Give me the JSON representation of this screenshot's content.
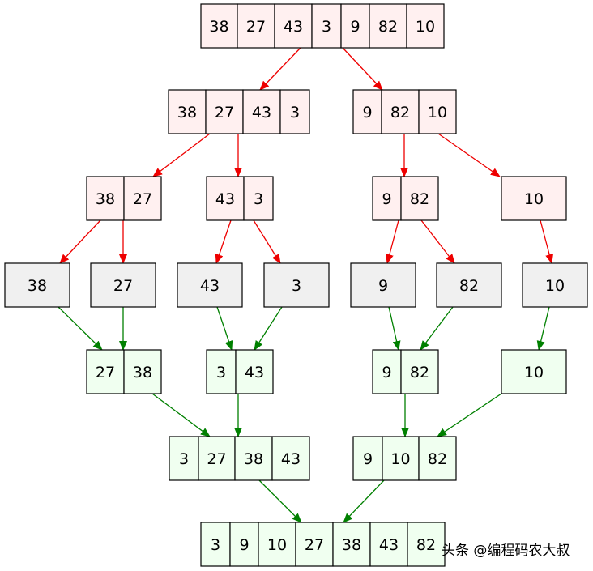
{
  "colors": {
    "split_fill": "#fff0f0",
    "leaf_fill": "#f0f0f0",
    "merge_fill": "#f0fff0",
    "split_edge": "#ee0000",
    "merge_edge": "#008000"
  },
  "nodes": {
    "s0": {
      "kind": "split",
      "values": [
        "38",
        "27",
        "43",
        "3",
        "9",
        "82",
        "10"
      ]
    },
    "s1a": {
      "kind": "split",
      "values": [
        "38",
        "27",
        "43",
        "3"
      ]
    },
    "s1b": {
      "kind": "split",
      "values": [
        "9",
        "82",
        "10"
      ]
    },
    "s2a": {
      "kind": "split",
      "values": [
        "38",
        "27"
      ]
    },
    "s2b": {
      "kind": "split",
      "values": [
        "43",
        "3"
      ]
    },
    "s2c": {
      "kind": "split",
      "values": [
        "9",
        "82"
      ]
    },
    "s2d": {
      "kind": "split",
      "values": [
        "10"
      ]
    },
    "l1": {
      "kind": "leaf",
      "values": [
        "38"
      ]
    },
    "l2": {
      "kind": "leaf",
      "values": [
        "27"
      ]
    },
    "l3": {
      "kind": "leaf",
      "values": [
        "43"
      ]
    },
    "l4": {
      "kind": "leaf",
      "values": [
        "3"
      ]
    },
    "l5": {
      "kind": "leaf",
      "values": [
        "9"
      ]
    },
    "l6": {
      "kind": "leaf",
      "values": [
        "82"
      ]
    },
    "l7": {
      "kind": "leaf",
      "values": [
        "10"
      ]
    },
    "m1a": {
      "kind": "merge",
      "values": [
        "27",
        "38"
      ]
    },
    "m1b": {
      "kind": "merge",
      "values": [
        "3",
        "43"
      ]
    },
    "m1c": {
      "kind": "merge",
      "values": [
        "9",
        "82"
      ]
    },
    "m1d": {
      "kind": "merge",
      "values": [
        "10"
      ]
    },
    "m2a": {
      "kind": "merge",
      "values": [
        "3",
        "27",
        "38",
        "43"
      ]
    },
    "m2b": {
      "kind": "merge",
      "values": [
        "9",
        "10",
        "82"
      ]
    },
    "m3": {
      "kind": "merge",
      "values": [
        "3",
        "9",
        "10",
        "27",
        "38",
        "43",
        "82"
      ]
    }
  },
  "edges": [
    {
      "from": "s0",
      "to": "s1a",
      "kind": "split"
    },
    {
      "from": "s0",
      "to": "s1b",
      "kind": "split"
    },
    {
      "from": "s1a",
      "to": "s2a",
      "kind": "split"
    },
    {
      "from": "s1a",
      "to": "s2b",
      "kind": "split"
    },
    {
      "from": "s1b",
      "to": "s2c",
      "kind": "split"
    },
    {
      "from": "s1b",
      "to": "s2d",
      "kind": "split"
    },
    {
      "from": "s2a",
      "to": "l1",
      "kind": "split"
    },
    {
      "from": "s2a",
      "to": "l2",
      "kind": "split"
    },
    {
      "from": "s2b",
      "to": "l3",
      "kind": "split"
    },
    {
      "from": "s2b",
      "to": "l4",
      "kind": "split"
    },
    {
      "from": "s2c",
      "to": "l5",
      "kind": "split"
    },
    {
      "from": "s2c",
      "to": "l6",
      "kind": "split"
    },
    {
      "from": "s2d",
      "to": "l7",
      "kind": "split"
    },
    {
      "from": "l1",
      "to": "m1a",
      "kind": "merge"
    },
    {
      "from": "l2",
      "to": "m1a",
      "kind": "merge"
    },
    {
      "from": "l3",
      "to": "m1b",
      "kind": "merge"
    },
    {
      "from": "l4",
      "to": "m1b",
      "kind": "merge"
    },
    {
      "from": "l5",
      "to": "m1c",
      "kind": "merge"
    },
    {
      "from": "l6",
      "to": "m1c",
      "kind": "merge"
    },
    {
      "from": "l7",
      "to": "m1d",
      "kind": "merge"
    },
    {
      "from": "m1a",
      "to": "m2a",
      "kind": "merge"
    },
    {
      "from": "m1b",
      "to": "m2a",
      "kind": "merge"
    },
    {
      "from": "m1c",
      "to": "m2b",
      "kind": "merge"
    },
    {
      "from": "m1d",
      "to": "m2b",
      "kind": "merge"
    },
    {
      "from": "m2a",
      "to": "m3",
      "kind": "merge"
    },
    {
      "from": "m2b",
      "to": "m3",
      "kind": "merge"
    }
  ],
  "watermark": {
    "text": "头条 @编程码农大叔"
  }
}
